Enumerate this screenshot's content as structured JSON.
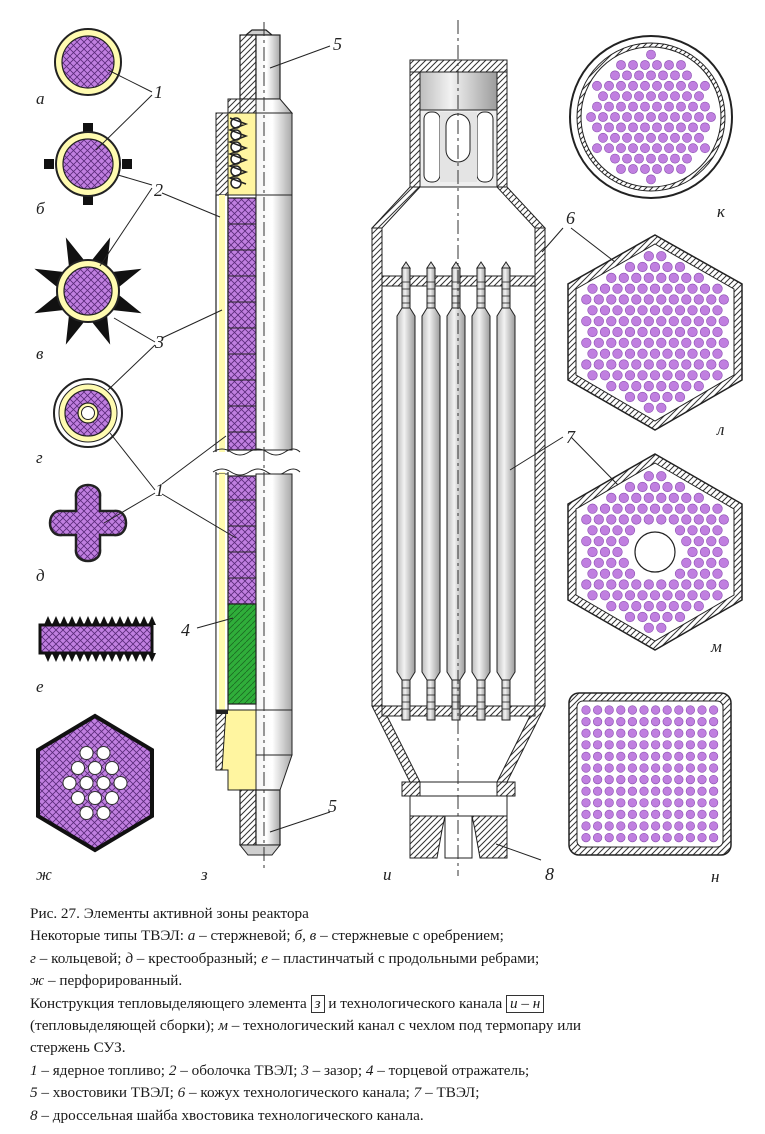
{
  "figure": {
    "labels": {
      "a": "а",
      "b": "б",
      "v": "в",
      "g": "г",
      "d": "д",
      "e": "е",
      "zh": "ж",
      "z": "з",
      "i": "и",
      "k": "к",
      "l": "л",
      "m": "м",
      "n": "н"
    },
    "numbers": {
      "n1_top": "1",
      "n2": "2",
      "n3": "3",
      "n1_mid": "1",
      "n4": "4",
      "n5_top": "5",
      "n5_bot": "5",
      "n6": "6",
      "n7": "7",
      "n8": "8"
    },
    "colors": {
      "fuel": "#c07fe0",
      "fuel_dark": "#5a2a7a",
      "cladding": "#fffbb0",
      "reflector": "#2fae3a",
      "rod": "#d6d6d6",
      "hatch": "#444444"
    }
  },
  "caption": {
    "title": "Рис. 27. Элементы активной зоны реактора",
    "l2_intro": "Некоторые типы ТВЭЛ: ",
    "l2_a": "а",
    "l2_a_desc": " – стержневой;   ",
    "l2_bv": "б, в",
    "l2_bv_desc": " – стержневые с оребрением;",
    "l3_g": "г",
    "l3_g_desc": " – кольцевой;   ",
    "l3_d": "д",
    "l3_d_desc": " – крестообразный;   ",
    "l3_e": "е",
    "l3_e_desc": " – пластинчатый с продольными ребрами;",
    "l4_zh": "ж",
    "l4_zh_desc": " – перфорированный.",
    "l5_a": "Конструкция тепловыделяющего элемента ",
    "l5_z": "з",
    "l5_b": " и технологического канала ",
    "l5_in": "и – н",
    "l6_a": "(тепловыделяющей сборки);   ",
    "l6_m": "м",
    "l6_b": " – технологический канал с чехлом под термопару или",
    "l7": "стержень СУЗ.",
    "l8_1": "1",
    "l8_1d": " – ядерное топливо;   ",
    "l8_2": "2",
    "l8_2d": " – оболочка ТВЭЛ;   ",
    "l8_3": "3",
    "l8_3d": " – зазор;   ",
    "l8_4": "4",
    "l8_4d": " – торцевой отражатель;",
    "l9_5": "5",
    "l9_5d": " – хвостовики ТВЭЛ;   ",
    "l9_6": "6",
    "l9_6d": " – кожух технологического канала;   ",
    "l9_7": "7",
    "l9_7d": " – ТВЭЛ;",
    "l10_8": "8",
    "l10_8d": " – дроссельная шайба хвостовика технологического канала."
  }
}
